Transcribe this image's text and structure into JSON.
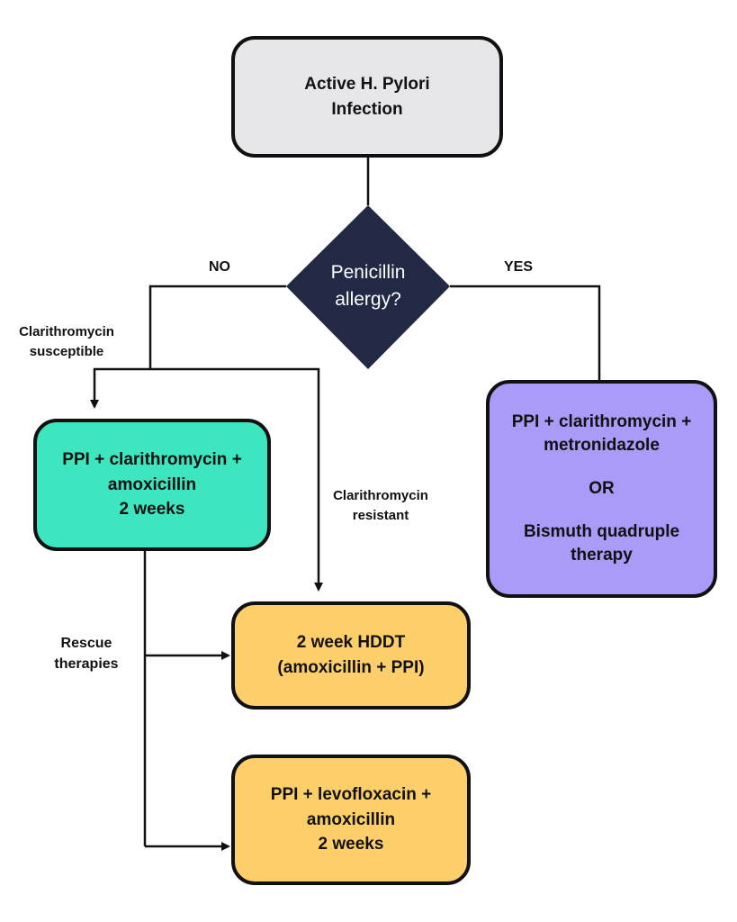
{
  "nodes": {
    "start": {
      "lines": [
        "Active H. Pylori",
        "Infection"
      ],
      "color": "#e7e7ea"
    },
    "decision": {
      "lines": [
        "Penicillin",
        "allergy?"
      ],
      "color": "#222945"
    },
    "first_line": {
      "lines": [
        "PPI + clarithromycin +",
        "amoxicillin",
        "2 weeks"
      ],
      "color": "#3ee6c0"
    },
    "allergy_therapy": {
      "lines": [
        "PPI + clarithromycin +",
        "metronidazole",
        "",
        "OR",
        "",
        "Bismuth quadruple",
        "therapy"
      ],
      "color": "#a99bf7"
    },
    "hddt": {
      "lines": [
        "2 week HDDT",
        "(amoxicillin + PPI)"
      ],
      "color": "#fdcf6a"
    },
    "levo": {
      "lines": [
        "PPI + levofloxacin +",
        "amoxicillin",
        "2 weeks"
      ],
      "color": "#fdcf6a"
    }
  },
  "labels": {
    "no": "NO",
    "yes": "YES",
    "clari_susceptible": [
      "Clarithromycin",
      "susceptible"
    ],
    "clari_resistant": [
      "Clarithromycin",
      "resistant"
    ],
    "rescue": [
      "Rescue",
      "therapies"
    ]
  }
}
